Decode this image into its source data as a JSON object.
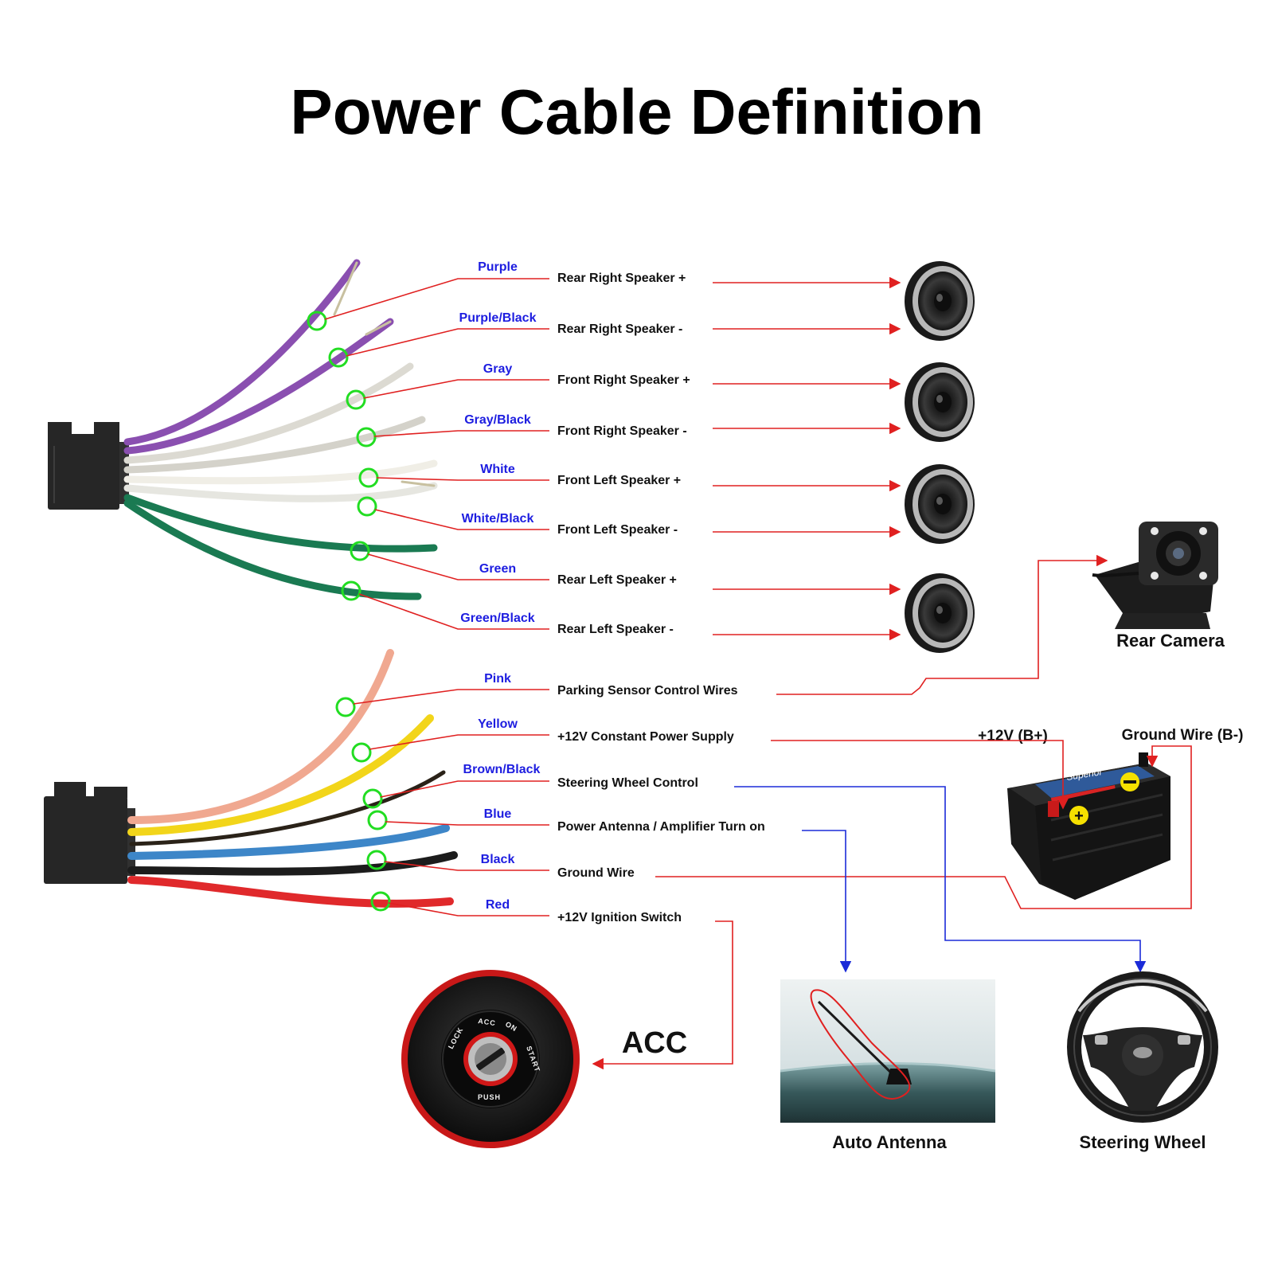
{
  "title": "Power Cable Definition",
  "colors": {
    "wire_label": "#1d1de0",
    "callout_line": "#e02020",
    "signal_line": "#1b2bd8",
    "joint_marker": "#22dd22"
  },
  "wires": [
    {
      "wire": "Purple",
      "function": "Rear Right Speaker +",
      "hex": "#8a4fb0"
    },
    {
      "wire": "Purple/Black",
      "function": "Rear Right Speaker -",
      "hex": "#8a4fb0"
    },
    {
      "wire": "Gray",
      "function": "Front Right Speaker +",
      "hex": "#dcdad2"
    },
    {
      "wire": "Gray/Black",
      "function": "Front Right Speaker -",
      "hex": "#dcdad2"
    },
    {
      "wire": "White",
      "function": "Front Left Speaker +",
      "hex": "#f0eee6"
    },
    {
      "wire": "White/Black",
      "function": "Front Left Speaker -",
      "hex": "#eeeeea"
    },
    {
      "wire": "Green",
      "function": "Rear Left Speaker +",
      "hex": "#1a7a52"
    },
    {
      "wire": "Green/Black",
      "function": "Rear Left Speaker -",
      "hex": "#1a7a52"
    },
    {
      "wire": "Pink",
      "function": "Parking Sensor Control Wires",
      "hex": "#f0a890"
    },
    {
      "wire": "Yellow",
      "function": "+12V Constant Power Supply",
      "hex": "#f2d51a"
    },
    {
      "wire": "Brown/Black",
      "function": "Steering Wheel Control",
      "hex": "#2a2218"
    },
    {
      "wire": "Blue",
      "function": "Power Antenna / Amplifier Turn on",
      "hex": "#3d86c8"
    },
    {
      "wire": "Black",
      "function": "Ground Wire",
      "hex": "#1c1c1c"
    },
    {
      "wire": "Red",
      "function": "+12V  Ignition Switch",
      "hex": "#e0292b"
    }
  ],
  "devices": {
    "rear_camera": "Rear Camera",
    "battery_positive": "+12V  (B+)",
    "battery_ground": "Ground Wire (B-)",
    "auto_antenna": "Auto Antenna",
    "steering_wheel": "Steering Wheel",
    "acc": "ACC"
  },
  "ignition_key": {
    "lock": "LOCK",
    "acc": "ACC",
    "on": "ON",
    "start": "START",
    "push": "PUSH"
  },
  "battery_brand": "Superior"
}
